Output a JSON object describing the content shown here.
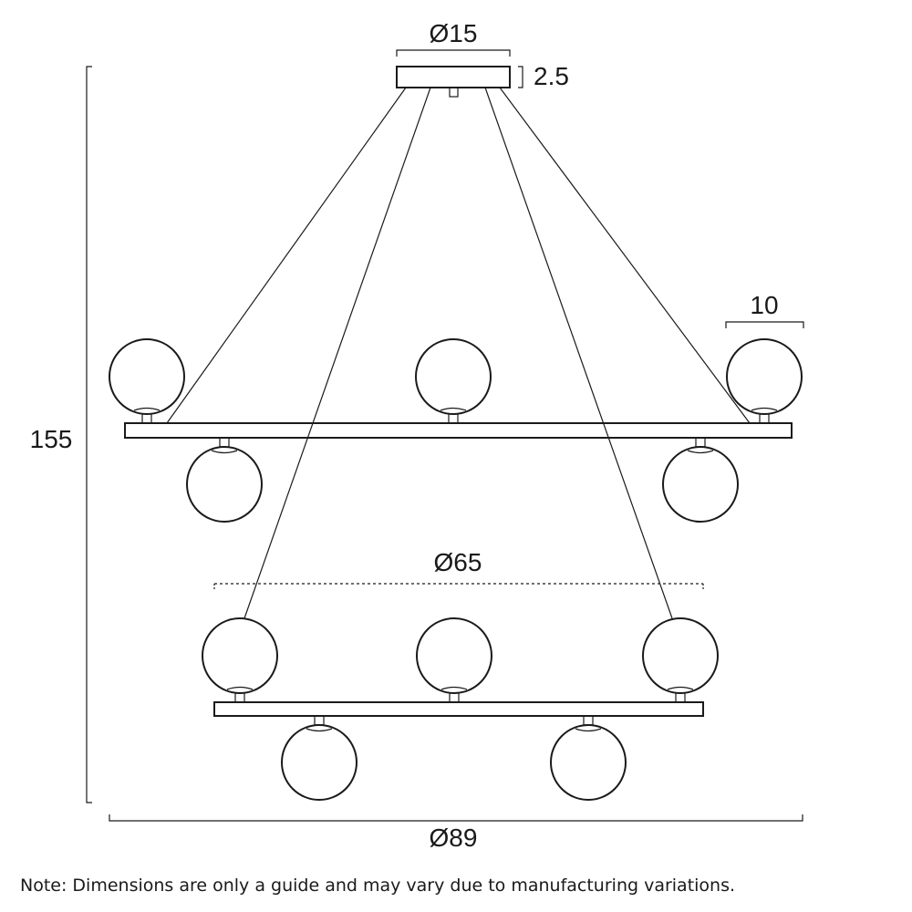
{
  "dimensions": {
    "canopy_diameter": "Ø15",
    "canopy_height": "2.5",
    "globe_diameter": "10",
    "overall_height": "155",
    "lower_ring_diameter": "Ø65",
    "overall_diameter": "Ø89"
  },
  "note": "Note: Dimensions are only a guide and may vary due to manufacturing variations."
}
